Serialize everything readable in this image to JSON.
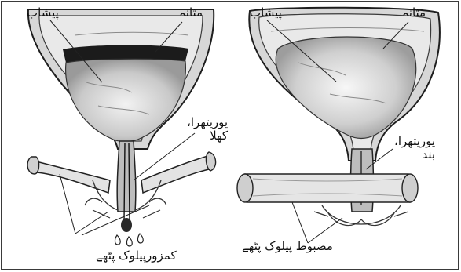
{
  "diagram": {
    "left_panel": {
      "urine_label": "پیشاب",
      "bladder_label": "مثانہ",
      "urethra_label": "یوریتھرا،\nکھلا",
      "muscles_label": "کمزورپیلوک پٹھے"
    },
    "right_panel": {
      "urine_label": "پیشاب",
      "bladder_label": "مثانہ",
      "urethra_label": "یوریتھرا،\nبند",
      "muscles_label": "مضبوط پیلوک پٹھے"
    }
  }
}
